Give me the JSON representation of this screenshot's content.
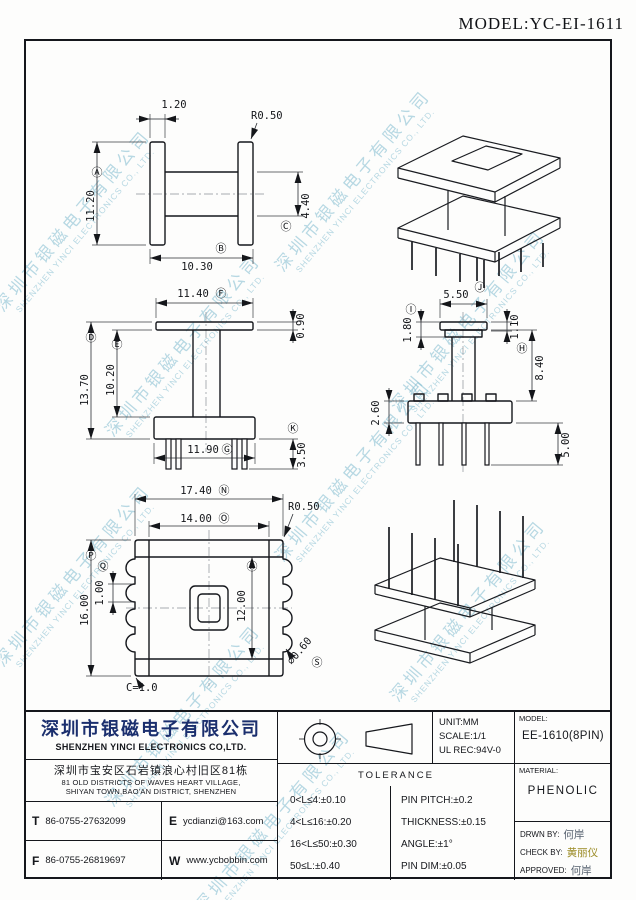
{
  "header": {
    "model": "MODEL:YC-EI-1611"
  },
  "watermark": {
    "cn": "深圳市银磁电子有限公司",
    "en": "SHENZHEN YINCI ELECTRONICS CO., LTD."
  },
  "colors": {
    "watermark": "#7ebacd",
    "company_name": "#1b2f6e",
    "drwn_signature": "#55606e",
    "check_signature": "#9b8b25"
  },
  "views": {
    "front": {
      "flange": "1.20",
      "radius": "R0.50",
      "height": "11.20",
      "height_l": "Ⓐ",
      "width": "10.30",
      "width_l": "Ⓑ",
      "window": "4.40",
      "window_l": "Ⓒ"
    },
    "side": {
      "top_width": "11.40",
      "top_width_l": "Ⓕ",
      "flange_t": "0.90",
      "overall_h": "13.70",
      "overall_h_l": "Ⓓ",
      "window_h": "10.20",
      "window_h_l": "Ⓔ",
      "base_w": "11.90",
      "base_w_l": "Ⓖ",
      "pin_len": "3.50",
      "pin_len_l": "Ⓚ"
    },
    "end": {
      "boss": "1.80",
      "boss_l": "Ⓘ",
      "top_w": "5.50",
      "top_w_l": "Ⓙ",
      "flange_t": "1.10",
      "window_h": "8.40",
      "window_h_l": "Ⓗ",
      "base_h": "2.60",
      "pin_len": "5.00"
    },
    "top": {
      "overall_w": "17.40",
      "overall_w_l": "Ⓝ",
      "inner_w": "14.00",
      "inner_w_l": "Ⓞ",
      "radius": "R0.50",
      "overall_d": "16.00",
      "overall_d_l": "Ⓟ",
      "slot": "1.00",
      "slot_l": "Ⓠ",
      "inner_d": "12.00",
      "inner_d_l": "Ⓡ",
      "chamfer": "C=1.0",
      "pin_dia": "⌀0.60",
      "pin_dia_l": "Ⓢ"
    }
  },
  "title_block": {
    "company_cn": "深圳市银磁电子有限公司",
    "company_en": "SHENZHEN YINCI ELECTRONICS CO,LTD.",
    "address_cn": "深圳市宝安区石岩镇浪心村旧区81栋",
    "address_en1": "81 OLD DISTRICTS OF WAVES HEART VILLAGE,",
    "address_en2": "SHIYAN TOWN,BAO'AN DISTRICT, SHENZHEN",
    "tel_label": "T",
    "tel": "86-0755-27632099",
    "email_label": "E",
    "email": "ycdianzi@163.com",
    "fax_label": "F",
    "fax": "86-0755-26819697",
    "web_label": "W",
    "web": "www.ycbobbin.com",
    "unit": "UNIT:MM",
    "scale": "SCALE:1/1",
    "ul": "UL REC:94V-0",
    "model_label": "MODEL:",
    "model": "EE-1610(8PIN)",
    "tolerance_title": "TOLERANCE",
    "tol_left": [
      "0<L≤4:±0.10",
      "4<L≤16:±0.20",
      "16<L≤50:±0.30",
      "50≤L:±0.40"
    ],
    "tol_right": [
      "PIN PITCH:±0.2",
      "THICKNESS:±0.15",
      "ANGLE:±1°",
      "PIN DIM:±0.05"
    ],
    "material_label": "MATERIAL:",
    "material": "PHENOLIC",
    "drwn_label": "DRWN BY:",
    "drwn": "何岸",
    "check_label": "CHECK BY:",
    "check": "黄丽仪",
    "approved_label": "APPROVED:",
    "approved": "何岸"
  }
}
